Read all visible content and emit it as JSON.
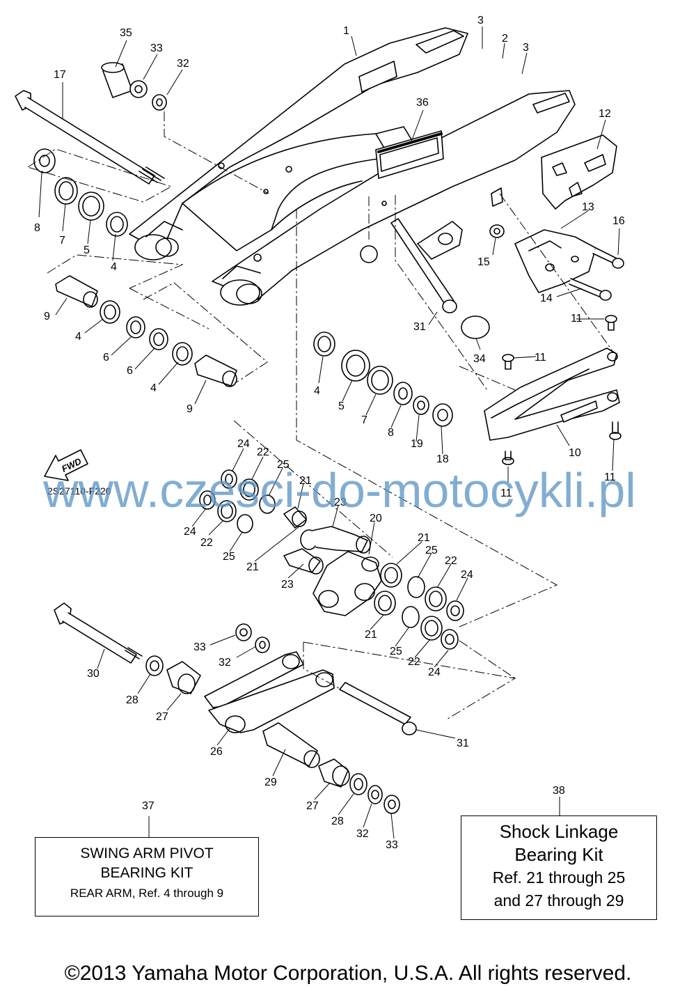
{
  "diagram_code": "2S27110-F220",
  "fwd_label": "FWD",
  "watermark": "www.czesci-do-motocykli.pl",
  "labels": [
    {
      "id": "1",
      "text": "1"
    },
    {
      "id": "2",
      "text": "2"
    },
    {
      "id": "3a",
      "text": "3"
    },
    {
      "id": "3b",
      "text": "3"
    },
    {
      "id": "4a",
      "text": "4"
    },
    {
      "id": "4b",
      "text": "4"
    },
    {
      "id": "4c",
      "text": "4"
    },
    {
      "id": "4d",
      "text": "4"
    },
    {
      "id": "5a",
      "text": "5"
    },
    {
      "id": "5b",
      "text": "5"
    },
    {
      "id": "6a",
      "text": "6"
    },
    {
      "id": "6b",
      "text": "6"
    },
    {
      "id": "7a",
      "text": "7"
    },
    {
      "id": "7b",
      "text": "7"
    },
    {
      "id": "8a",
      "text": "8"
    },
    {
      "id": "8b",
      "text": "8"
    },
    {
      "id": "9a",
      "text": "9"
    },
    {
      "id": "9b",
      "text": "9"
    },
    {
      "id": "10",
      "text": "10"
    },
    {
      "id": "11a",
      "text": "11"
    },
    {
      "id": "11b",
      "text": "11"
    },
    {
      "id": "11c",
      "text": "11"
    },
    {
      "id": "11d",
      "text": "11"
    },
    {
      "id": "12",
      "text": "12"
    },
    {
      "id": "13",
      "text": "13"
    },
    {
      "id": "14",
      "text": "14"
    },
    {
      "id": "15",
      "text": "15"
    },
    {
      "id": "16",
      "text": "16"
    },
    {
      "id": "17",
      "text": "17"
    },
    {
      "id": "18",
      "text": "18"
    },
    {
      "id": "19",
      "text": "19"
    },
    {
      "id": "20",
      "text": "20"
    },
    {
      "id": "21a",
      "text": "21"
    },
    {
      "id": "21b",
      "text": "21"
    },
    {
      "id": "21c",
      "text": "21"
    },
    {
      "id": "21d",
      "text": "21"
    },
    {
      "id": "22a",
      "text": "22"
    },
    {
      "id": "22b",
      "text": "22"
    },
    {
      "id": "22c",
      "text": "22"
    },
    {
      "id": "22d",
      "text": "22"
    },
    {
      "id": "23a",
      "text": "23"
    },
    {
      "id": "23b",
      "text": "23"
    },
    {
      "id": "24a",
      "text": "24"
    },
    {
      "id": "24b",
      "text": "24"
    },
    {
      "id": "24c",
      "text": "24"
    },
    {
      "id": "24d",
      "text": "24"
    },
    {
      "id": "25a",
      "text": "25"
    },
    {
      "id": "25b",
      "text": "25"
    },
    {
      "id": "25c",
      "text": "25"
    },
    {
      "id": "25d",
      "text": "25"
    },
    {
      "id": "26",
      "text": "26"
    },
    {
      "id": "27a",
      "text": "27"
    },
    {
      "id": "27b",
      "text": "27"
    },
    {
      "id": "28a",
      "text": "28"
    },
    {
      "id": "28b",
      "text": "28"
    },
    {
      "id": "29",
      "text": "29"
    },
    {
      "id": "30",
      "text": "30"
    },
    {
      "id": "31a",
      "text": "31"
    },
    {
      "id": "31b",
      "text": "31"
    },
    {
      "id": "32a",
      "text": "32"
    },
    {
      "id": "32b",
      "text": "32"
    },
    {
      "id": "32c",
      "text": "32"
    },
    {
      "id": "33a",
      "text": "33"
    },
    {
      "id": "33b",
      "text": "33"
    },
    {
      "id": "33c",
      "text": "33"
    },
    {
      "id": "34",
      "text": "34"
    },
    {
      "id": "35",
      "text": "35"
    },
    {
      "id": "36",
      "text": "36"
    },
    {
      "id": "37",
      "text": "37"
    },
    {
      "id": "38",
      "text": "38"
    }
  ],
  "box_pivot": {
    "line1": "SWING ARM PIVOT",
    "line2": "BEARING KIT",
    "line3": "REAR ARM, Ref. 4 through 9"
  },
  "box_linkage": {
    "line1": "Shock Linkage",
    "line2": "Bearing Kit",
    "line3": "Ref. 21 through 25",
    "line4": "and 27 through 29"
  },
  "footer": "©2013 Yamaha Motor Corporation, U.S.A. All rights reserved."
}
